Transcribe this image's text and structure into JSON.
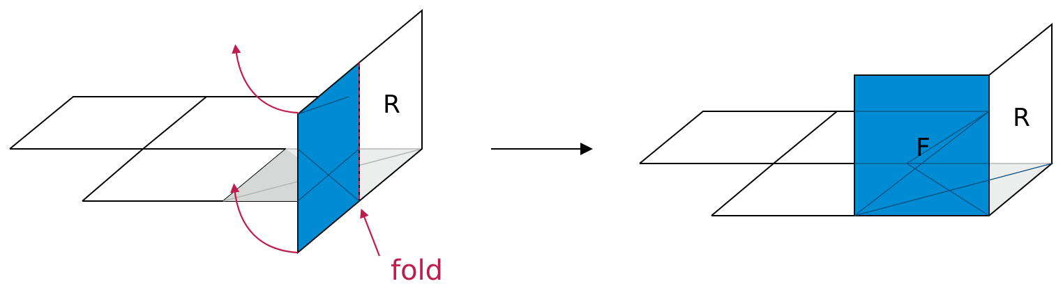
{
  "colors": {
    "face_fill": "#008bd2",
    "face_stroke": "#111111",
    "arrow_red": "#c01c4b",
    "shadow_fill": "#d6d8d8",
    "shadow_fill_light": "#eceeee",
    "edge": "#000000",
    "light_line": "#b5b5b5"
  },
  "left_figure": {
    "face_label_r": "R",
    "fold_label": "fold"
  },
  "right_figure": {
    "face_label_f": "F",
    "face_label_r": "R"
  },
  "icons": {
    "transition": "right-arrow-icon",
    "rotation": "curved-arrow-icon"
  }
}
